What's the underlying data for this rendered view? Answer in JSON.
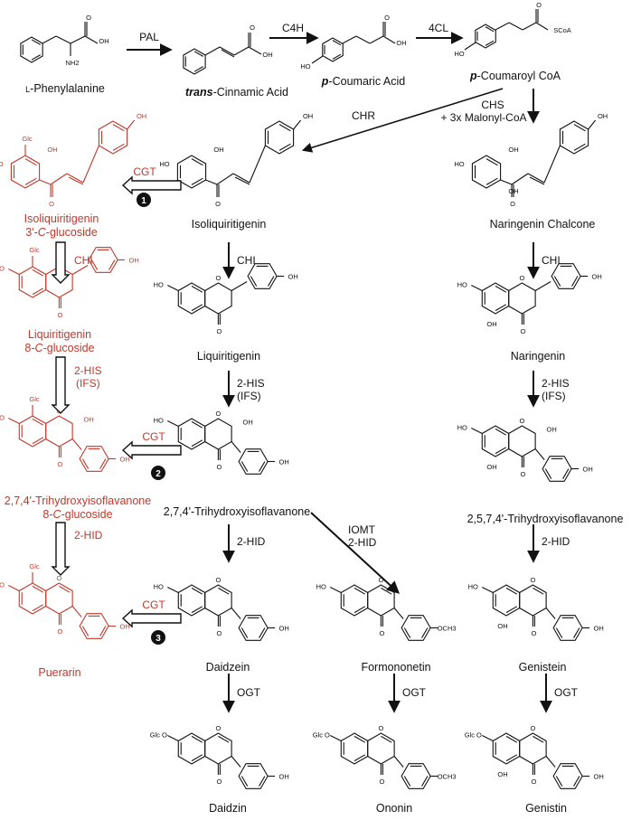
{
  "colors": {
    "main": "#111111",
    "glyco": "#c0392b"
  },
  "top_row": {
    "phenylalanine": {
      "prefix": "L",
      "name": "-Phenylalanine"
    },
    "cinnamic": {
      "italic": "trans",
      "name": "-Cinnamic Acid"
    },
    "coumaric": {
      "italic": "p",
      "name": "-Coumaric Acid"
    },
    "coumaroyl": {
      "italic": "p",
      "name": "-Coumaroyl CoA"
    }
  },
  "enzymes": {
    "pal": "PAL",
    "c4h": "C4H",
    "fourcl": "4CL",
    "chr": "CHR",
    "chs_1": "CHS",
    "chs_2": "+ 3x Malonyl-CoA",
    "chi": "CHI",
    "his_1": "2-HIS",
    "his_2": "(IFS)",
    "hid": "2-HID",
    "iomt_1": "IOMT",
    "iomt_2": "2-HID",
    "ogt": "OGT",
    "cgt": "CGT"
  },
  "steps": [
    "1",
    "2",
    "3"
  ],
  "compounds": {
    "isoliquiritigenin": "Isoliquiritigenin",
    "naringenin_chalcone": "Naringenin Chalcone",
    "liquiritigenin": "Liquiritigenin",
    "naringenin": "Naringenin",
    "trihydroxy_274": "2,7,4'-Trihydroxyisoflavanone",
    "trihydroxy_2574": "2,5,7,4'-Trihydroxyisoflavanone",
    "daidzein": "Daidzein",
    "formononetin": "Formononetin",
    "genistein": "Genistein",
    "daidzin": "Daidzin",
    "ononin": "Ononin",
    "genistin": "Genistin"
  },
  "red_compounds": {
    "iso_glc_1": "Isoliquiritigenin",
    "iso_glc_2": "3'-",
    "iso_glc_3": "C",
    "iso_glc_4": "-glucoside",
    "liq_glc_1": "Liquiritigenin",
    "liq_glc_2": "8-",
    "liq_glc_3": "C",
    "liq_glc_4": "-glucoside",
    "tri_glc_1": "2,7,4'-Trihydroxyisoflavanone",
    "tri_glc_2": "8-",
    "tri_glc_3": "C",
    "tri_glc_4": "-glucoside",
    "puerarin": "Puerarin"
  },
  "atoms": {
    "oh": "OH",
    "ho": "HO",
    "nh2": "NH2",
    "o": "O",
    "glc": "Glc",
    "scoa": "SCoA",
    "och3": "OCH3"
  }
}
